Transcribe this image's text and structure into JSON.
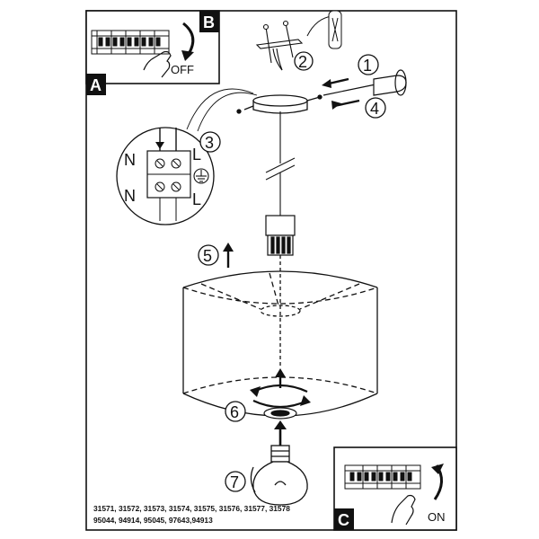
{
  "panels": {
    "a": {
      "letter": "A",
      "switch_label": "OFF"
    },
    "b": {
      "letter": "B"
    },
    "c": {
      "letter": "C",
      "switch_label": "ON"
    }
  },
  "wiring": {
    "neutral_top": "N",
    "live_top": "L",
    "neutral_bottom": "N",
    "live_bottom": "L"
  },
  "steps": {
    "s1": "1",
    "s2": "2",
    "s3": "3",
    "s4": "4",
    "s5": "5",
    "s6": "6",
    "s7": "7"
  },
  "product_codes": {
    "line1": "31571, 31572, 31573, 31574, 31575, 31576, 31577, 31578",
    "line2": "95044, 94914, 95045, 97643,94913"
  }
}
